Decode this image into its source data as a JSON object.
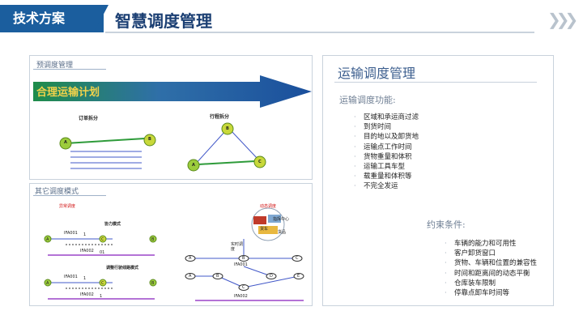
{
  "header": {
    "section_tab": "技术方案",
    "title": "智慧调度管理",
    "chevrons": "❯❯❯"
  },
  "left_top": {
    "title": "预调度管理",
    "banner": "合理运输计划",
    "order_split": {
      "label": "订单拆分",
      "node_a": "A",
      "node_b": "B"
    },
    "trip_split": {
      "label": "行程拆分",
      "node_a": "A",
      "node_b": "B",
      "node_c": "C"
    }
  },
  "left_bottom": {
    "title": "其它调度模式",
    "abnormal_label": "异常调度",
    "dynamic_label": "动态调度",
    "mode1": {
      "label": "协力模式",
      "row1_code": "IFA001",
      "row1_suffix": "1",
      "row2_code": "IFA002",
      "row2_suffix": "01",
      "nodes": [
        "A",
        "C",
        "B"
      ]
    },
    "mode2": {
      "label": "调整行驶线路模式",
      "row1_code": "IFA001",
      "row1_suffix": "1",
      "row2_code": "IFA002",
      "row2_suffix": "1",
      "nodes": [
        "A",
        "C",
        "B"
      ]
    },
    "dynamic": {
      "truck": "货车",
      "info_top": "指挥中心",
      "info_bottom": "货品",
      "realtime": "实时调度",
      "row1_code": "IFA001",
      "row2_code": "IFA002",
      "row1_nodes": [
        "A",
        "B",
        "C"
      ],
      "row2_nodes": [
        "A",
        "B",
        "C",
        "D",
        "E"
      ]
    }
  },
  "right": {
    "title": "运输调度管理",
    "functions_heading": "运输调度功能:",
    "functions": [
      "区域和承运商过滤",
      "到货时间",
      "目的地以及卸货地",
      "运输点工作时间",
      "货物重量和体积",
      "运输工具车型",
      "载重量和体积等",
      "不完全发运"
    ],
    "constraints_heading": "约束条件:",
    "constraints": [
      "车辆的能力和可用性",
      "客户卸货窗口",
      "货物、车辆和位置的兼容性",
      "时间和距离间的动态平衡",
      "仓库装车限制",
      "停靠点卸车时间等"
    ]
  }
}
